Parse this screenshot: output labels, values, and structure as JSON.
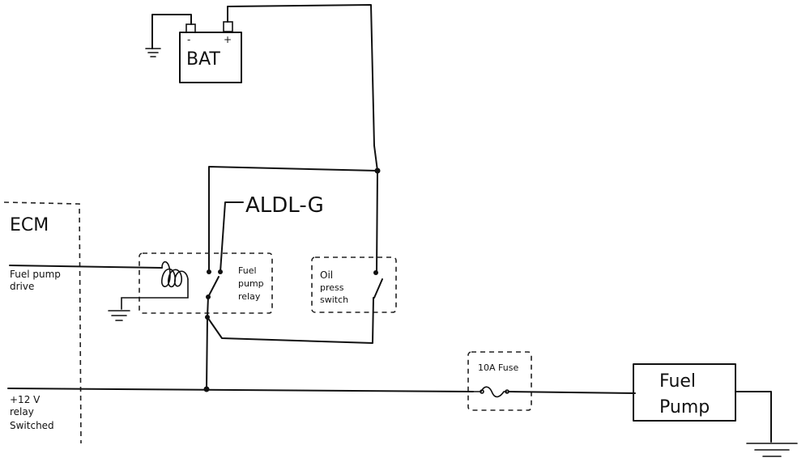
{
  "labels": {
    "battery": "BAT",
    "battery_neg": "-",
    "battery_pos": "+",
    "aldl": "ALDL-G",
    "ecm": "ECM",
    "fuel_pump_drive_1": "Fuel pump",
    "fuel_pump_drive_2": "drive",
    "relay_switched_1": "+12 V",
    "relay_switched_2": "relay",
    "relay_switched_3": "Switched",
    "fuel_pump_relay_1": "Fuel",
    "fuel_pump_relay_2": "pump",
    "fuel_pump_relay_3": "relay",
    "oil_press_1": "Oil",
    "oil_press_2": "press",
    "oil_press_3": "switch",
    "fuse": "10A Fuse",
    "fuel_pump_1": "Fuel",
    "fuel_pump_2": "Pump"
  }
}
